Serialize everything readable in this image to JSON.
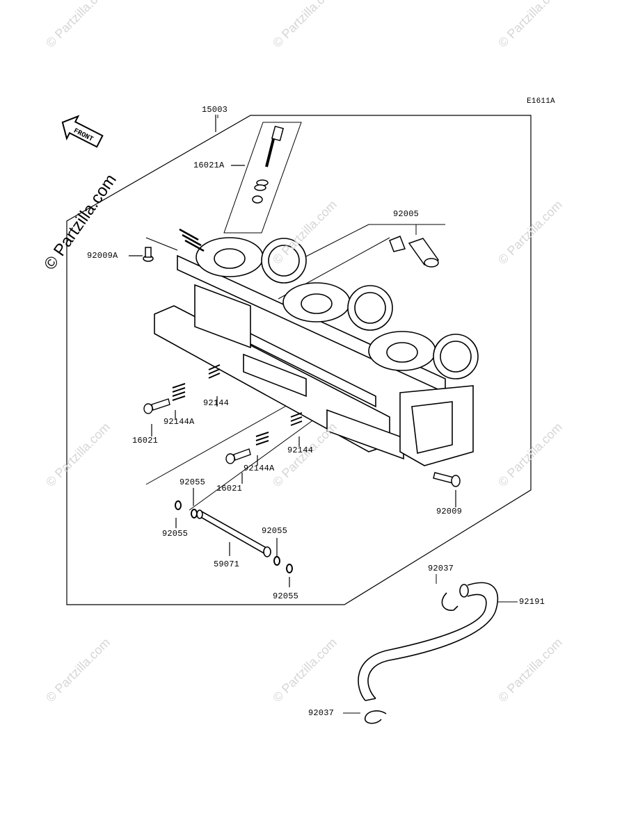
{
  "figure_id": "E1611A",
  "front_label": "FRONT",
  "watermark": {
    "main": "© Partzilla.com",
    "faint": "© Partzilla.com"
  },
  "parts": {
    "p15003": "15003",
    "p16021A": "16021A",
    "p92005": "92005",
    "p92009A": "92009A",
    "p92144_left": "92144",
    "p92144A_left": "92144A",
    "p16021_left": "16021",
    "p92144_mid": "92144",
    "p92144A_mid": "92144A",
    "p16021_mid": "16021",
    "p92009": "92009",
    "p92055_a": "92055",
    "p92055_b": "92055",
    "p92055_c": "92055",
    "p92055_d": "92055",
    "p59071": "59071",
    "p92037_top": "92037",
    "p92191": "92191",
    "p92037_bottom": "92037"
  }
}
